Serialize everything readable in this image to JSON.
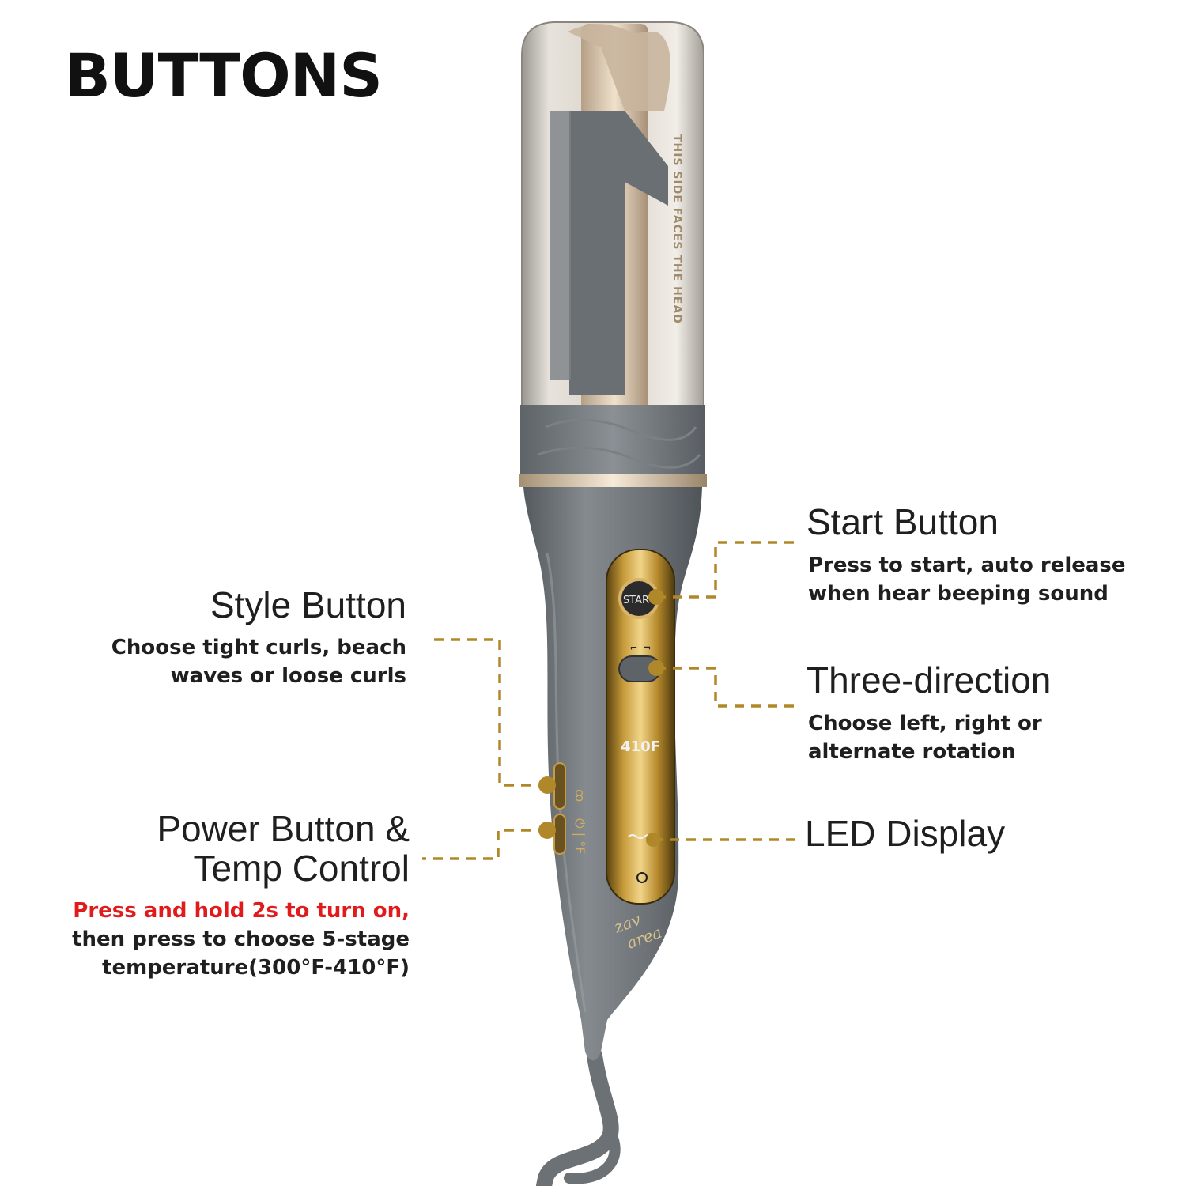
{
  "page": {
    "title": "BUTTONS"
  },
  "callouts": {
    "start": {
      "heading": "Start Button",
      "desc_lines": [
        "Press to start, auto release",
        "when hear beeping sound"
      ]
    },
    "style": {
      "heading": "Style Button",
      "desc_lines": [
        "Choose tight curls, beach",
        "waves or loose curls"
      ]
    },
    "direction": {
      "heading": "Three-direction",
      "desc_lines": [
        "Choose left, right or",
        "alternate rotation"
      ]
    },
    "power": {
      "heading_lines": [
        "Power Button &",
        "Temp Control"
      ],
      "warning": "Press and hold 2s to turn on,",
      "desc_lines": [
        "then press to choose 5-stage",
        "temperature(300°F-410°F)"
      ]
    },
    "led": {
      "heading": "LED Display"
    }
  },
  "device": {
    "shield_text": "THIS SIDE FACES THE HEAD",
    "start_label": "START",
    "temperature": "410F",
    "brand_lines": [
      "zav",
      "area"
    ]
  },
  "colors": {
    "accent_gold": "#b0882a",
    "body_gray": "#6b7075",
    "warning_red": "#e11b1b"
  }
}
